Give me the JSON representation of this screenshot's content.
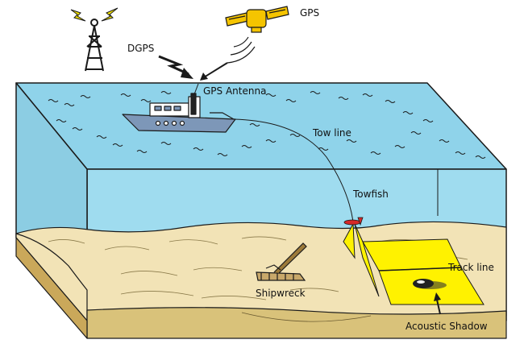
{
  "labels": {
    "gps": "GPS",
    "dgps": "DGPS",
    "gps_antenna": "GPS Antenna",
    "tow_line": "Tow line",
    "towfish": "Towfish",
    "track_line": "Track line",
    "shipwreck": "Shipwreck",
    "acoustic_shadow": "Acoustic Shadow"
  },
  "colors": {
    "water_top": "#8fd3ea",
    "water_front": "#9fdcef",
    "water_side": "#8ccde3",
    "sand": "#f2e3b6",
    "sand_dark": "#d9c27a",
    "sand_edge": "#caa85a",
    "sonar_swath": "#fff200",
    "ship_hull": "#7d97b8",
    "satellite": "#f5c400",
    "lightning": "#f7e600",
    "outline": "#1a1a1a"
  },
  "icons": [
    "radio-tower-icon",
    "lightning-bolt-icon",
    "satellite-icon",
    "signal-wave-icon",
    "survey-ship-icon",
    "towfish-icon",
    "shipwreck-icon",
    "rock-icon"
  ]
}
